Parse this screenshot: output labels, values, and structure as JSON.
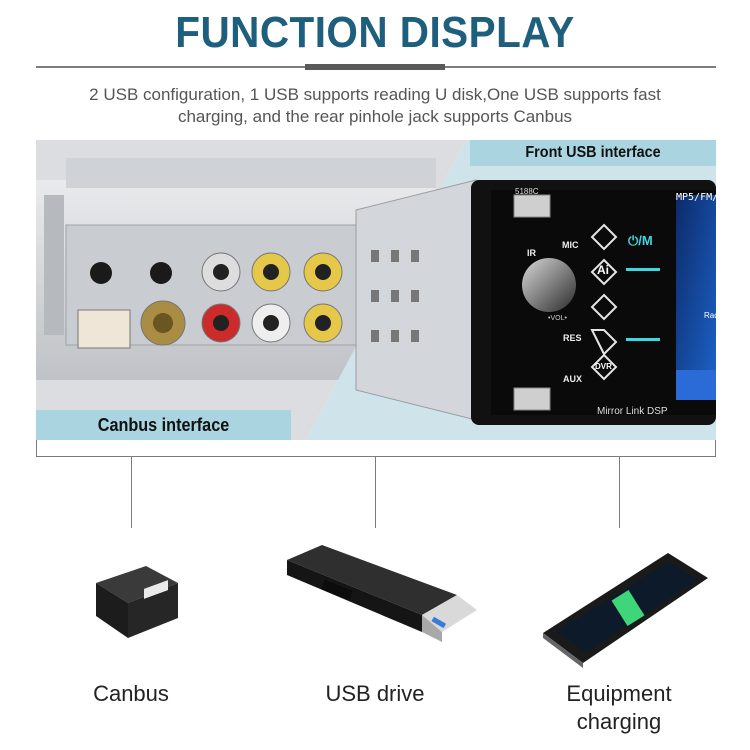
{
  "header": {
    "title": "FUNCTION DISPLAY",
    "description_line1": "2 USB configuration, 1 USB supports reading U disk,One USB supports fast",
    "description_line2": "charging, and the rear pinhole jack supports Canbus"
  },
  "labels": {
    "front_usb": "Front USB interface",
    "canbus_interface": "Canbus interface"
  },
  "device": {
    "model": "5188C",
    "top_text": "MP5/FM/",
    "bottom_text": "Mirror Link DSP",
    "ir": "IR",
    "mic": "MIC",
    "res": "RES",
    "aux": "AUX",
    "power_mode": "⏻/M",
    "vol": "•VOL•",
    "dvr": "DVR",
    "ai": "Ai",
    "radio": "Rad"
  },
  "items": [
    {
      "caption": "Canbus"
    },
    {
      "caption": "USB drive"
    },
    {
      "caption_line1": "Equipment",
      "caption_line2": "charging"
    }
  ],
  "colors": {
    "title": "#1f5f7e",
    "label_bg": "#a9d4e0",
    "button_glow": "#3fd6e0"
  }
}
